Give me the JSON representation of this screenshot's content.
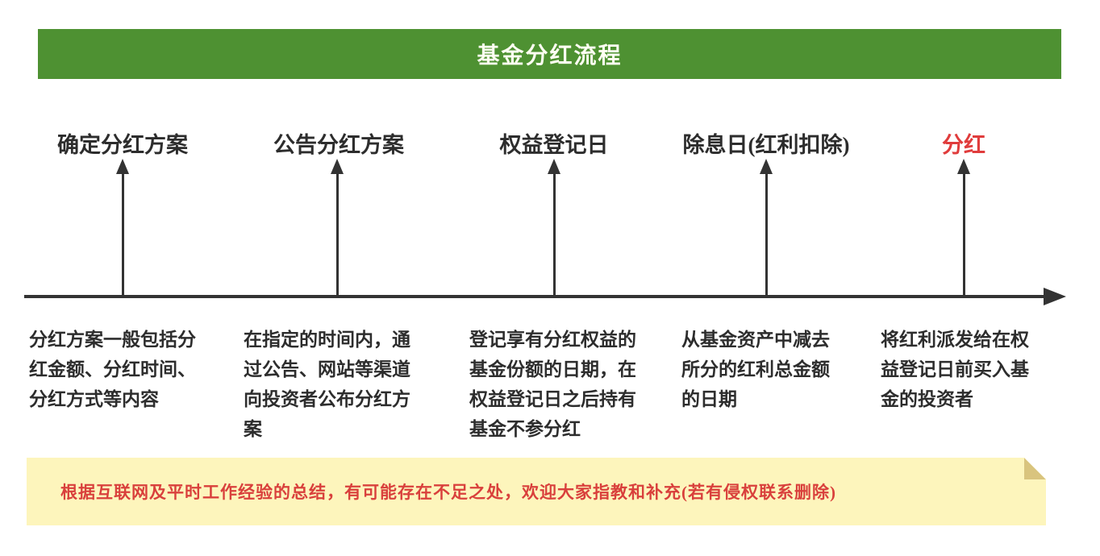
{
  "header": {
    "title": "基金分红流程"
  },
  "stages": [
    {
      "title": "确定分红方案",
      "description": "分红方案一般包括分\n红金额、分红时间、\n分红方式等内容"
    },
    {
      "title": "公告分红方案",
      "description": "在指定的时间内，通\n过公告、网站等渠道\n向投资者公布分红方\n案"
    },
    {
      "title": "权益登记日",
      "description": "登记享有分红权益的\n基金份额的日期，在\n权益登记日之后持有\n基金不参分红"
    },
    {
      "title": "除息日(红利扣除)",
      "description": "从基金资产中减去\n所分的红利总金额\n的日期"
    },
    {
      "title": "分红",
      "description": "将红利派发给在权\n益登记日前买入基\n金的投资者",
      "highlighted": true
    }
  ],
  "note": {
    "text": "根据互联网及平时工作经验的总结，有可能存在不足之处，欢迎大家指教和补充(若有侵权联系删除)"
  },
  "colors": {
    "banner_bg": "#4e9132",
    "banner_text": "#fffef2",
    "body_text": "#2d2d2d",
    "highlight_red": "#e03c3c",
    "arrow_dark": "#333333",
    "note_bg": "#fdf5bc",
    "note_fold": "#d9c47e",
    "note_text": "#d9403c"
  }
}
